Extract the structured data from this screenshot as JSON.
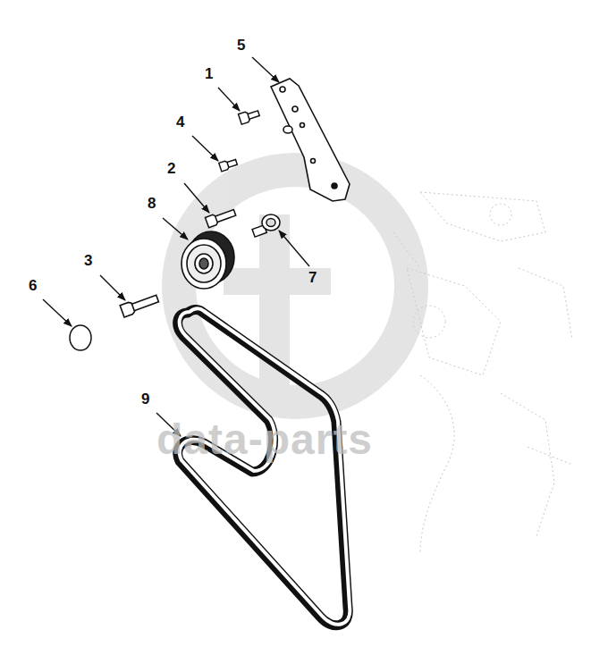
{
  "diagram": {
    "labels": [
      "1",
      "2",
      "3",
      "4",
      "5",
      "6",
      "7",
      "8",
      "9",
      "data-parts"
    ]
  }
}
